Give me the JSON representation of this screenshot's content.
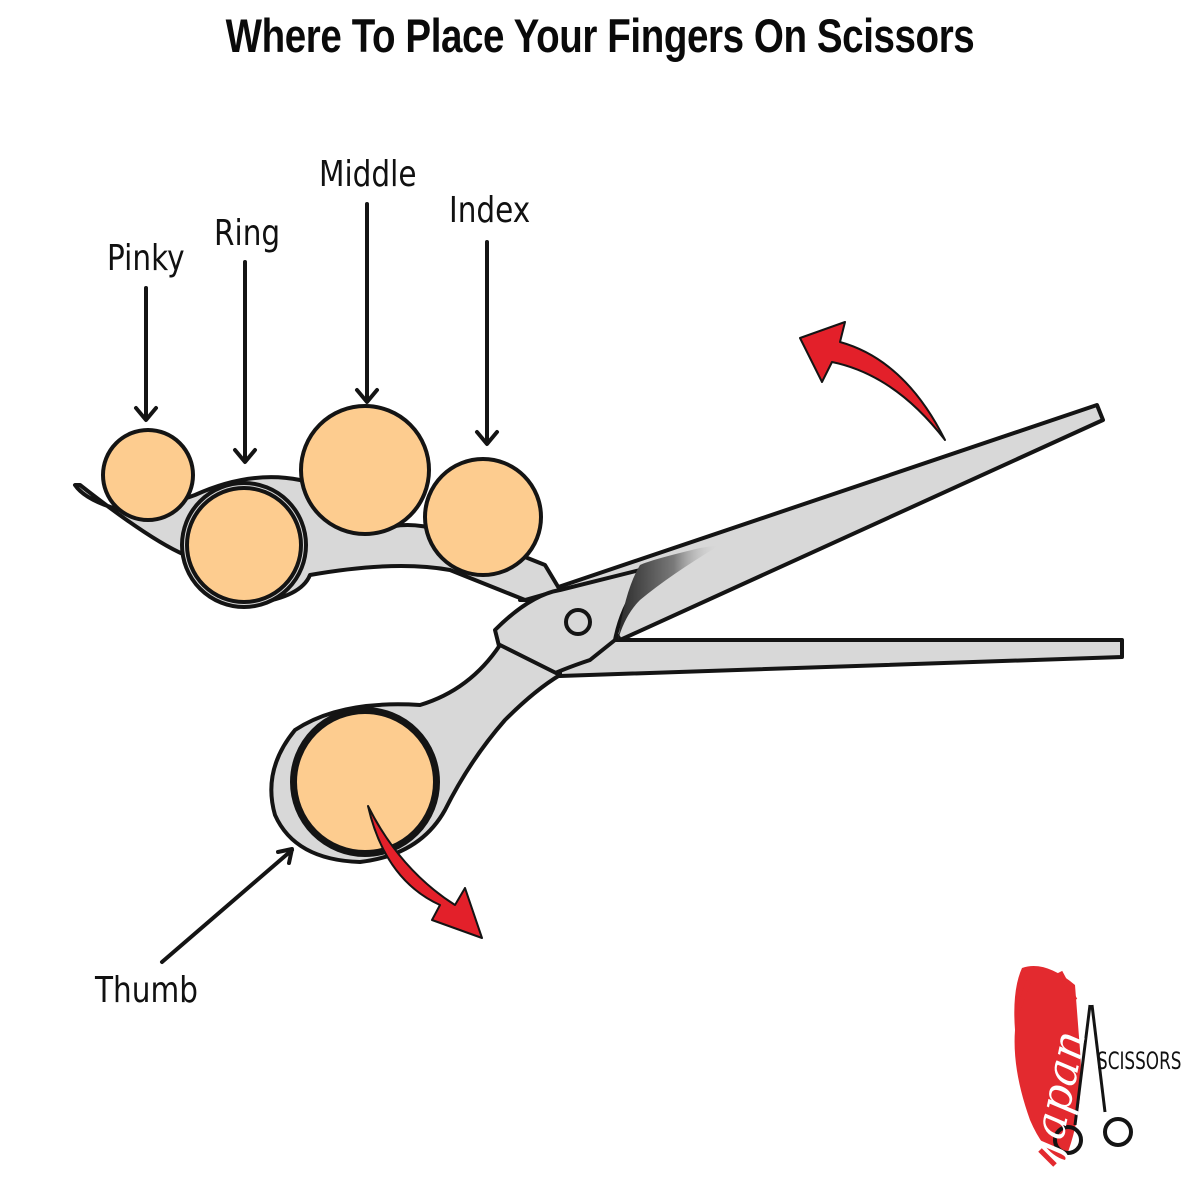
{
  "title": "Where To Place Your Fingers On Scissors",
  "labels": {
    "pinky": "Pinky",
    "ring": "Ring",
    "middle": "Middle",
    "index": "Index",
    "thumb": "Thumb"
  },
  "brand": {
    "script": "Japan",
    "word": "SCISSORS"
  },
  "colors": {
    "finger_fill": "#fdcc8f",
    "scissor_fill": "#d8d8d8",
    "scissor_shade": "#bdbdbd",
    "outline": "#141414",
    "arrow_red": "#e3202a",
    "brand_red": "#e32a2f"
  }
}
